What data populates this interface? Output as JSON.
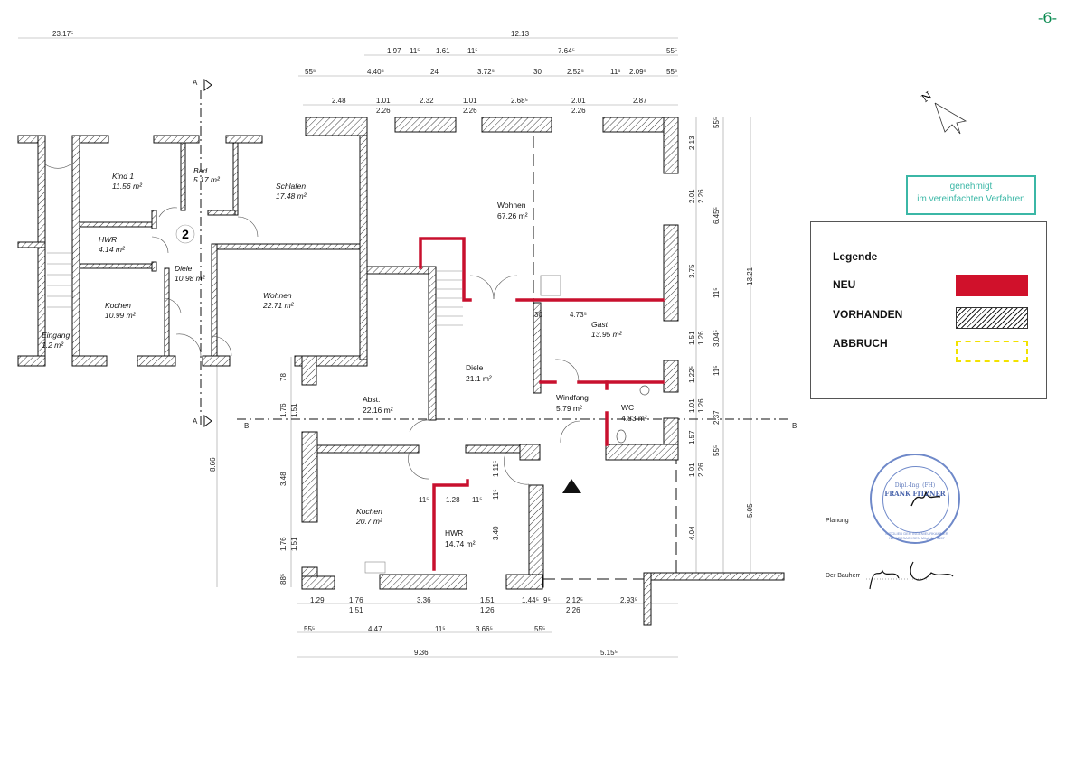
{
  "page_number": "-6-",
  "stamp": {
    "line1": "genehmigt",
    "line2": "im vereinfachten Verfahren"
  },
  "legend": {
    "title": "Legende",
    "items": [
      {
        "label": "NEU",
        "style": "red-fill",
        "color": "#d0112b"
      },
      {
        "label": "VORHANDEN",
        "style": "hatched"
      },
      {
        "label": "ABBRUCH",
        "style": "yellow-dashed",
        "color": "#f2e200"
      }
    ]
  },
  "signatures": {
    "planung_label": "Planung",
    "bauherr_label": "Der Bauherr",
    "seal_title": "Dipl.-Ing. (FH)",
    "seal_name": "FRANK FITZNER",
    "seal_ring": "MITGLIED DER INGENIEURKAMMER NIEDERSACHSEN Mitgl.-Nr. 5157"
  },
  "north_label": "N",
  "unit_number": "2",
  "rooms": [
    {
      "name": "Kind 1",
      "area": "11.56 m²"
    },
    {
      "name": "Bad",
      "area": "5.17 m²"
    },
    {
      "name": "Schlafen",
      "area": "17.48 m²"
    },
    {
      "name": "HWR",
      "area": "4.14 m²"
    },
    {
      "name": "Diele",
      "area": "10.98 m²"
    },
    {
      "name": "Kochen",
      "area": "10.99 m²"
    },
    {
      "name": "Wohnen",
      "area": "22.71 m²"
    },
    {
      "name": "Eingang",
      "area": "1.2 m²"
    },
    {
      "name": "Wohnen",
      "area": "67.26 m²"
    },
    {
      "name": "Gast",
      "area": "13.95 m²"
    },
    {
      "name": "Diele",
      "area": "21.1 m²"
    },
    {
      "name": "Abst.",
      "area": "22.16 m²"
    },
    {
      "name": "Windfang",
      "area": "5.79 m²"
    },
    {
      "name": "WC",
      "area": "4.83 m²"
    },
    {
      "name": "Kochen",
      "area": "20.7 m²"
    },
    {
      "name": "HWR",
      "area": "14.74 m²"
    }
  ],
  "section_marks": {
    "a": "A",
    "b": "B"
  },
  "dimensions": {
    "top_total_left": "23.17⁵",
    "top_row1": [
      "12.13"
    ],
    "top_row2": [
      "1.97",
      "11⁵",
      "1.61",
      "11⁵",
      "7.64⁵",
      "55⁵"
    ],
    "top_row3": [
      "55⁵",
      "4.40⁵",
      "24",
      "3.72⁵",
      "30",
      "2.52⁵",
      "11⁵",
      "2.09⁵",
      "55⁵"
    ],
    "top_row4": [
      "2.48",
      "1.01",
      "2.32",
      "1.01",
      "2.68⁵",
      "2.01",
      "2.87"
    ],
    "top_row4_sub": [
      "2.26",
      "2.26",
      "2.26"
    ],
    "right_col1": [
      "2.13",
      "2.01",
      "3.75",
      "1.51",
      "1.22⁵",
      "1.01",
      "1.57",
      "1.01",
      "4.04"
    ],
    "right_col2": [
      "2.26",
      "1.26",
      "1.26",
      "2.37",
      "2.26"
    ],
    "right_col3": [
      "55⁵",
      "6.45⁵",
      "11⁵",
      "3.04⁵",
      "11⁵",
      "55⁵"
    ],
    "right_total": [
      "13.21",
      "5.05"
    ],
    "inner": [
      "4.73⁵",
      "30",
      "1.11⁵",
      "11⁵",
      "1.28",
      "11⁵",
      "11⁵",
      "3.40"
    ],
    "left_col": [
      "78",
      "1.76",
      "1.51",
      "3.48",
      "1.76",
      "1.51",
      "88⁵",
      "8.66"
    ],
    "bottom_row1": [
      "1.29",
      "1.76",
      "3.36",
      "1.51",
      "1.44⁵",
      "9⁵",
      "2.12⁵",
      "2.93⁵"
    ],
    "bottom_row1_sub": [
      "1.51",
      "1.26",
      "2.26"
    ],
    "bottom_row2": [
      "55⁵",
      "4.47",
      "11⁵",
      "3.66⁵",
      "55⁵"
    ],
    "bottom_row3": [
      "9.36",
      "5.15⁵"
    ]
  }
}
